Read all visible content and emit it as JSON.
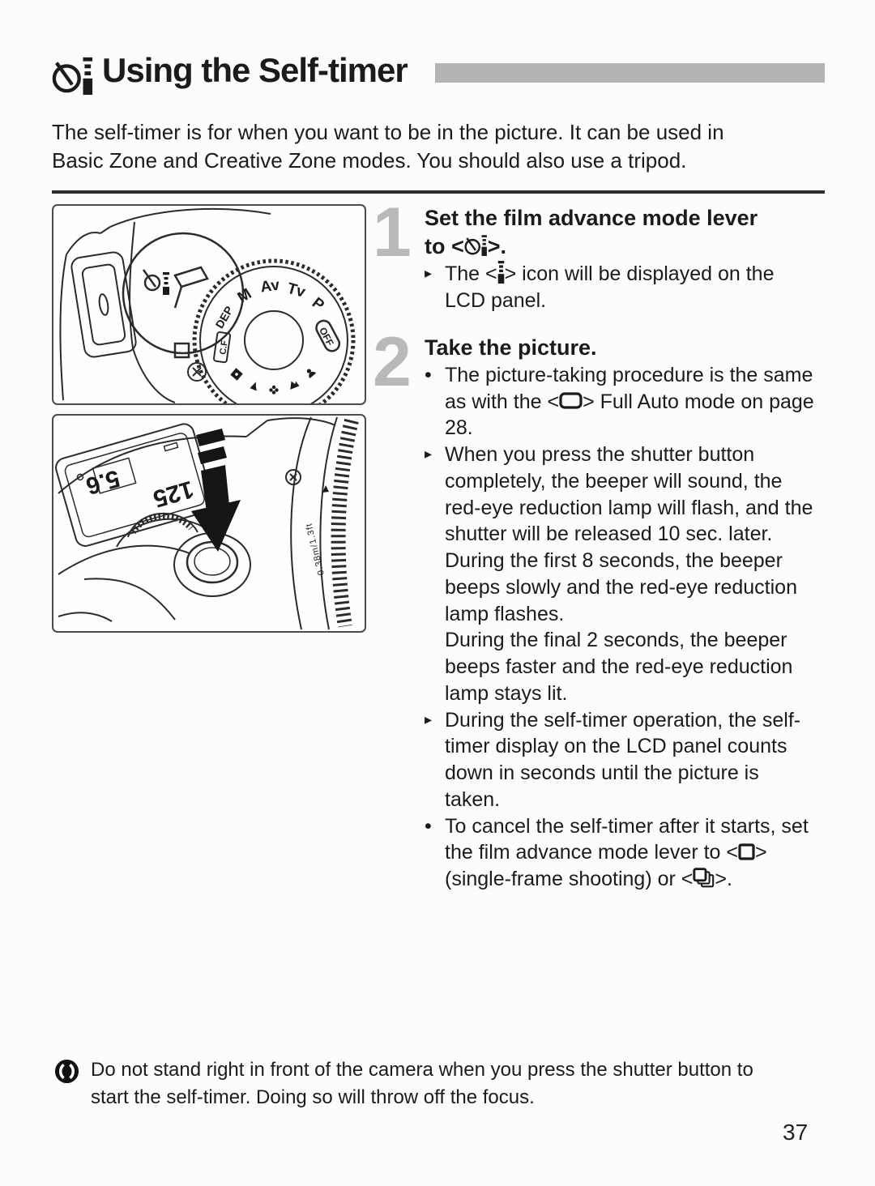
{
  "header": {
    "title": "Using the Self-timer"
  },
  "intro": {
    "line1": "The self-timer is for when you want to be in the picture. It can be used in",
    "line2": "Basic Zone and Creative Zone modes. You should also use a tripod."
  },
  "figure1": {
    "dial_labels": {
      "m": "M",
      "av": "Av",
      "tv": "Tv",
      "p": "P",
      "off": "OFF",
      "dep": "DEP",
      "cf": "C.F"
    }
  },
  "figure2": {
    "lcd": {
      "shutter_speed": "125",
      "aperture": "5.6"
    },
    "lens_text": "0.38m/1.3ft"
  },
  "markers": {
    "dot": "•",
    "arrow": "▸"
  },
  "step1": {
    "number": "1",
    "heading_line1": "Set the film advance mode lever",
    "heading_line2_pre": "to <",
    "heading_line2_post": ">.",
    "bullet1_pre": "The <",
    "bullet1_post": "> icon will be displayed on the LCD panel."
  },
  "step2": {
    "number": "2",
    "heading": "Take the picture.",
    "bullet1_pre": "The picture-taking procedure is the same as with the <",
    "bullet1_post": "> Full Auto mode on page 28.",
    "bullet2": "When you press the shutter button completely, the beeper will sound, the red-eye reduction lamp will flash, and the shutter will be released 10 sec. later.",
    "para1": "During the first 8 seconds, the beeper beeps slowly and the red-eye reduction lamp flashes.",
    "para2": "During the final 2 seconds, the beeper beeps faster and the red-eye reduction lamp stays lit.",
    "bullet3": "During the self-timer operation, the self-timer display on the LCD panel counts down in seconds until the picture is taken.",
    "bullet4_t1": "To cancel the self-timer after it starts, set the film advance mode lever to <",
    "bullet4_t2": "> (single-frame shooting) or <",
    "bullet4_t3": ">."
  },
  "caution": {
    "line1": "Do not stand right in front of the camera when you press the shutter button to",
    "line2": "start the self-timer. Doing so will throw off the focus."
  },
  "footer": {
    "page_number": "37"
  },
  "icons": {
    "title_icon": "self-timer-remote-icon",
    "step1_mode_icon": "self-timer-remote-icon",
    "lcd_display_icon": "remote-bar-icon",
    "full_auto_icon": "full-auto-frame-icon",
    "single_frame_icon": "single-frame-icon",
    "continuous_icon": "continuous-shooting-icon",
    "caution_icon": "caution-icon"
  },
  "colors": {
    "accent_bar": "#b4b4b4",
    "step_number": "#b9b9b9",
    "text": "#1b1b1b",
    "page_bg": "#fcfcfb"
  }
}
